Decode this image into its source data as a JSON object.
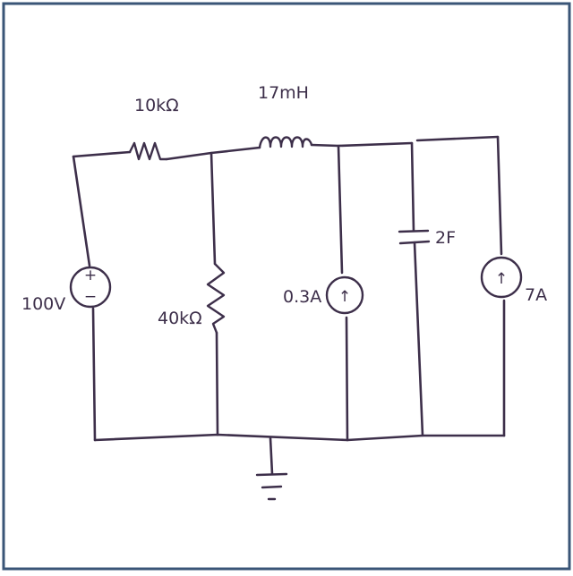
{
  "border_color": "#3a5577",
  "ink_color": "#3d2f4a",
  "labels": {
    "r1": "10kΩ",
    "l1": "17mH",
    "vsrc": "100V",
    "r2": "40kΩ",
    "isrc1": "0.3A",
    "cap": "2F",
    "isrc2": "7A"
  },
  "symbols": {
    "plus": "+",
    "minus": "−",
    "arrow": "↑"
  }
}
